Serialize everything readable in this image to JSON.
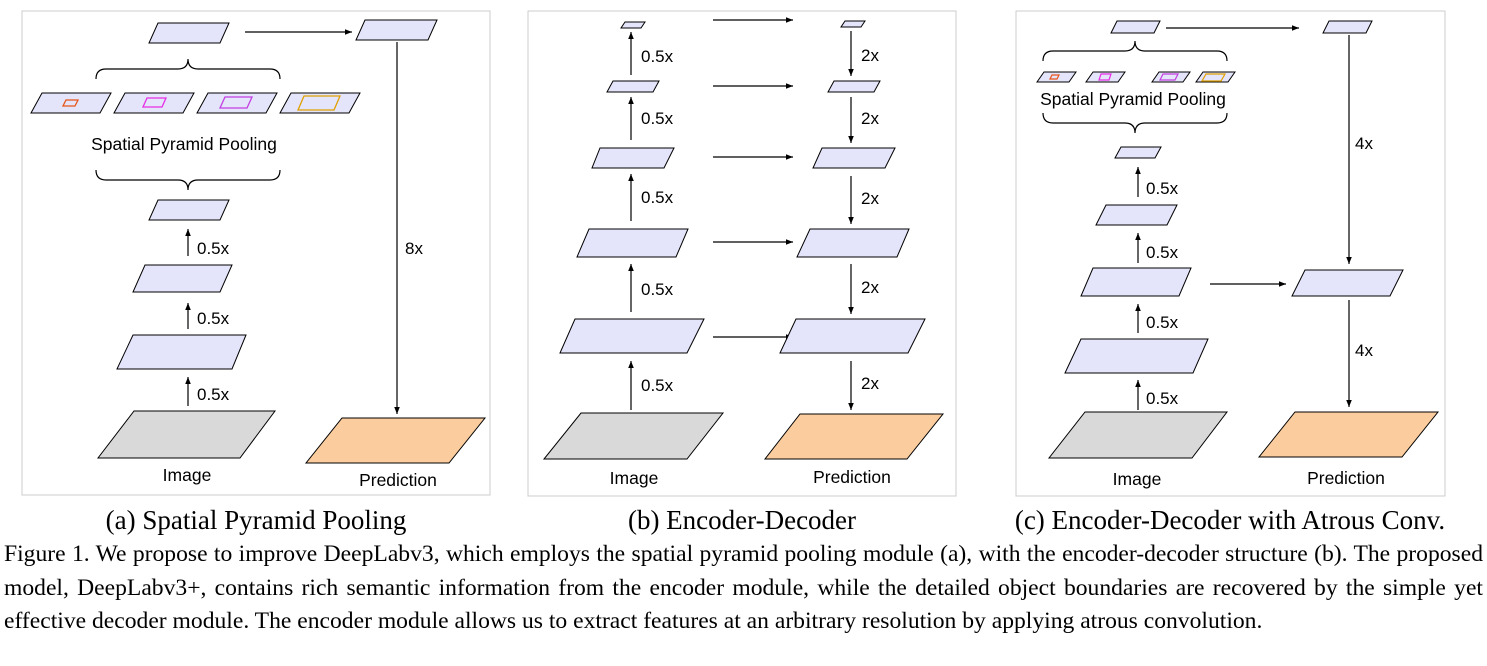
{
  "panels": {
    "a": {
      "spp_label": "Spatial Pyramid Pooling",
      "down_labels": [
        "0.5x",
        "0.5x",
        "0.5x"
      ],
      "up_label": "8x",
      "image_label": "Image",
      "prediction_label": "Prediction",
      "caption": "(a) Spatial Pyramid Pooling"
    },
    "b": {
      "down_labels": [
        "0.5x",
        "0.5x",
        "0.5x",
        "0.5x",
        "0.5x"
      ],
      "up_labels": [
        "2x",
        "2x",
        "2x",
        "2x",
        "2x"
      ],
      "image_label": "Image",
      "prediction_label": "Prediction",
      "caption": "(b) Encoder-Decoder"
    },
    "c": {
      "spp_label": "Spatial Pyramid Pooling",
      "down_labels": [
        "0.5x",
        "0.5x",
        "0.5x",
        "0.5x"
      ],
      "up_labels": [
        "4x",
        "4x"
      ],
      "image_label": "Image",
      "prediction_label": "Prediction",
      "caption": "(c) Encoder-Decoder with Atrous Conv."
    }
  },
  "figure_caption": "Figure 1. We propose to improve DeepLabv3, which employs the spatial pyramid pooling module (a), with the encoder-decoder structure (b). The proposed model, DeepLabv3+, contains rich semantic information from the encoder module, while the detailed object boundaries are recovered by the simple yet effective decoder module. The encoder module allows us to extract features at an arbitrary resolution by applying atrous convolution.",
  "colors": {
    "feature_fill": "#e4e4fa",
    "image_fill": "#d9d9d9",
    "prediction_fill": "#fbcd9e",
    "frame": "#cccccc",
    "pool_colors": [
      "#e8541a",
      "#e62ee6",
      "#c33fe0",
      "#e0a000"
    ]
  }
}
